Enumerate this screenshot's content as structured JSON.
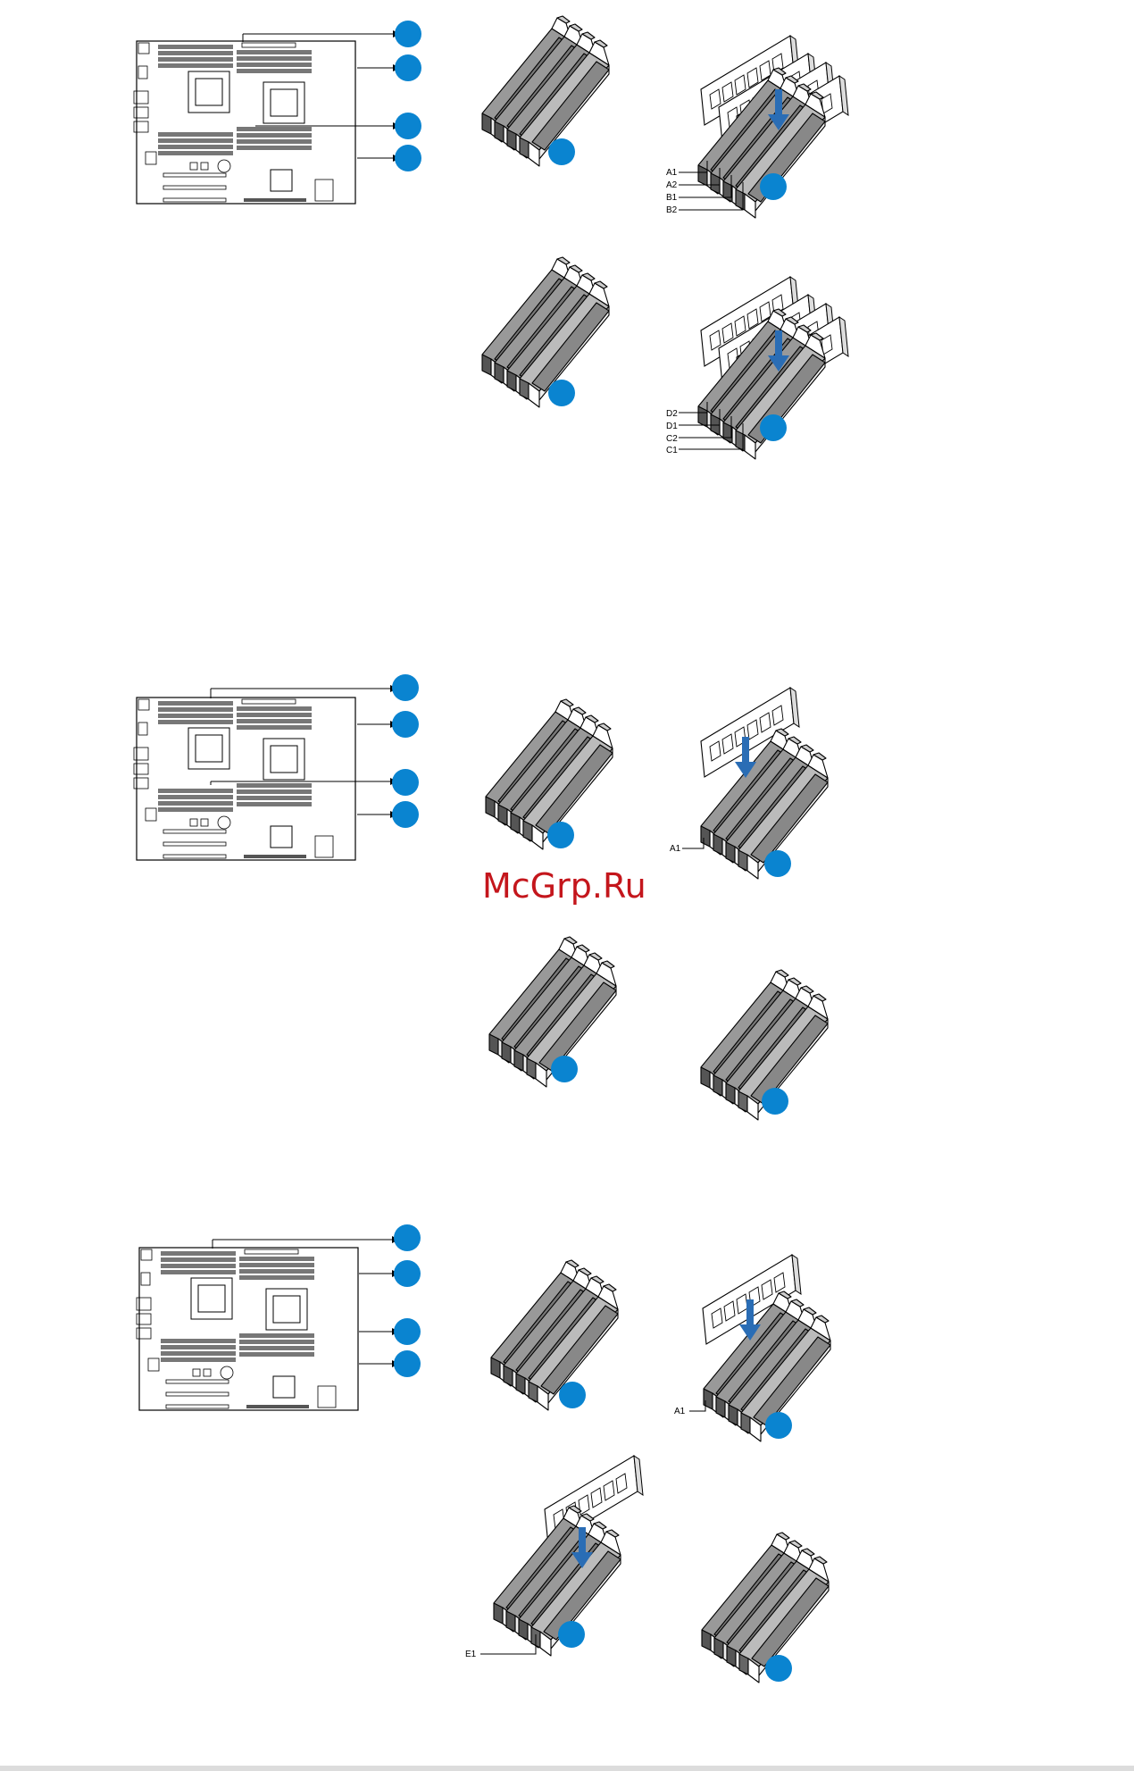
{
  "colors": {
    "marker_blue": "#0a84d0",
    "watermark_red": "#c4161c",
    "slot_dark": "#888888",
    "slot_light": "#eeeeee"
  },
  "labels": {
    "config1_left": [
      "A1",
      "A2",
      "B1",
      "B2"
    ],
    "config1_right": [
      "D2",
      "D1",
      "C2",
      "C1"
    ],
    "config2": "A1",
    "config3_top": "A1",
    "config3_bottom": "E1"
  },
  "watermark": "McGrp.Ru",
  "icons": {
    "marker": "blue-circle-icon",
    "arrow": "blue-down-arrow-icon"
  }
}
